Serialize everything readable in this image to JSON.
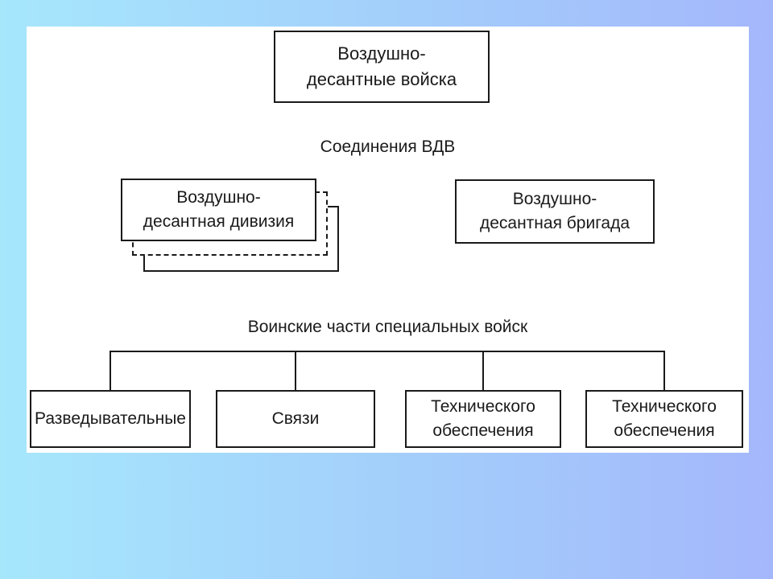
{
  "colors": {
    "background_gradient_left": "#a6e7fc",
    "background_gradient_right": "#a4b7fb",
    "panel_background": "#ffffff",
    "box_border": "#1a1a1a",
    "text": "#1a1a1a"
  },
  "diagram": {
    "root_box": {
      "label": "Воздушно-\nдесантные войска"
    },
    "formations": {
      "title": "Соединения ВДВ",
      "division_box": {
        "label": "Воздушно-\nдесантная дивизия"
      },
      "brigade_box": {
        "label": "Воздушно-\nдесантная бригада"
      }
    },
    "special_units": {
      "title": "Воинские части специальных войск",
      "boxes": [
        {
          "label": "Разведывательные"
        },
        {
          "label": "Связи"
        },
        {
          "label": "Технического\nобеспечения"
        },
        {
          "label": "Технического\nобеспечения"
        }
      ]
    }
  }
}
